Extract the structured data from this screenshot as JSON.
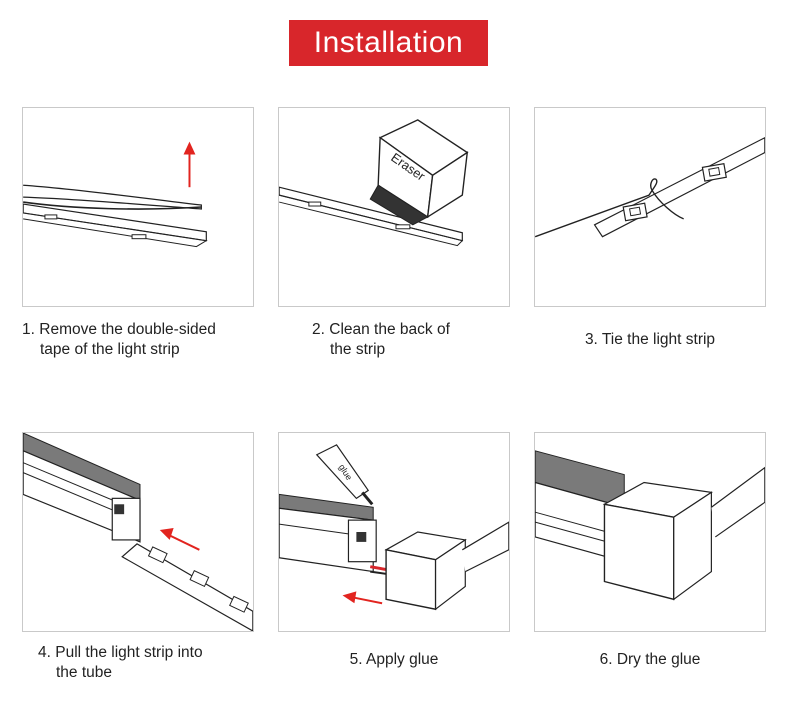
{
  "title": "Installation",
  "colors": {
    "banner": "#d8262b",
    "arrow": "#e2241f",
    "panel_border": "#c9c9c9",
    "tube": "#7a7a7a"
  },
  "steps": [
    {
      "number": "1.",
      "line1": "Remove the double-sided",
      "line2": "tape of the light strip",
      "icons": [
        "up-arrow-icon"
      ]
    },
    {
      "number": "2.",
      "line1": "Clean the back of",
      "line2": "the strip",
      "eraser_label": "Eraser"
    },
    {
      "number": "3.",
      "line1": "Tie the light strip",
      "line2": ""
    },
    {
      "number": "4.",
      "line1": "Pull the light strip into",
      "line2": "the tube",
      "icons": [
        "left-arrow-icon"
      ]
    },
    {
      "number": "5.",
      "line1": "Apply glue",
      "line2": "",
      "glue_label": "glue"
    },
    {
      "number": "6.",
      "line1": "Dry the glue",
      "line2": ""
    }
  ]
}
